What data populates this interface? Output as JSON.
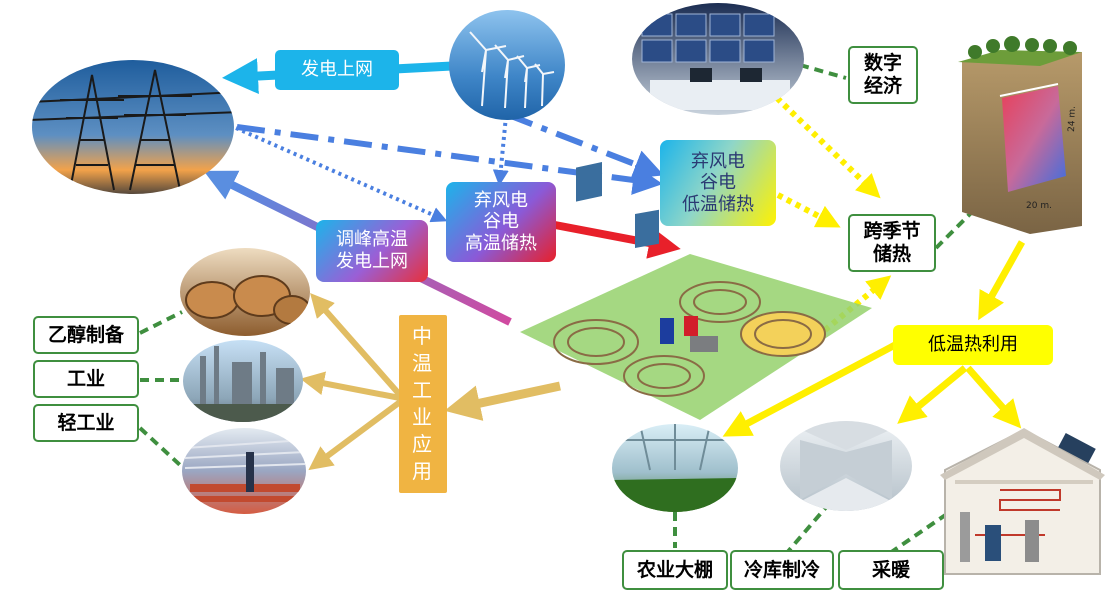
{
  "labels": {
    "power_to_grid": "发电上网",
    "abandoned_wind_high": [
      "弃风电",
      "谷电",
      "高温储热"
    ],
    "abandoned_wind_low": [
      "弃风电",
      "谷电",
      "低温储热"
    ],
    "peak_regulation": [
      "调峰高温",
      "发电上网"
    ],
    "digital_economy": [
      "数字",
      "经济"
    ],
    "seasonal_storage": [
      "跨季节",
      "储热"
    ],
    "mid_temp_industry": [
      "中",
      "温",
      "工",
      "业",
      "应",
      "用"
    ],
    "low_temp_use": "低温热利用",
    "ethanol": "乙醇制备",
    "industry": "工业",
    "light_industry": "轻工业",
    "agri_greenhouse": "农业大棚",
    "cold_storage": "冷库制冷",
    "heating": "采暖"
  },
  "storage_pit": {
    "depth_label": "24 m.",
    "width_label": "20 m."
  },
  "colors": {
    "blue_arrow": "#1cb4ea",
    "dash_blue": "#4a7fe0",
    "red_arrow": "#e8202a",
    "gold_arrow": "#e1bd63",
    "yellow_arrow": "#ffef00",
    "green_dash": "#3f8f3f"
  }
}
